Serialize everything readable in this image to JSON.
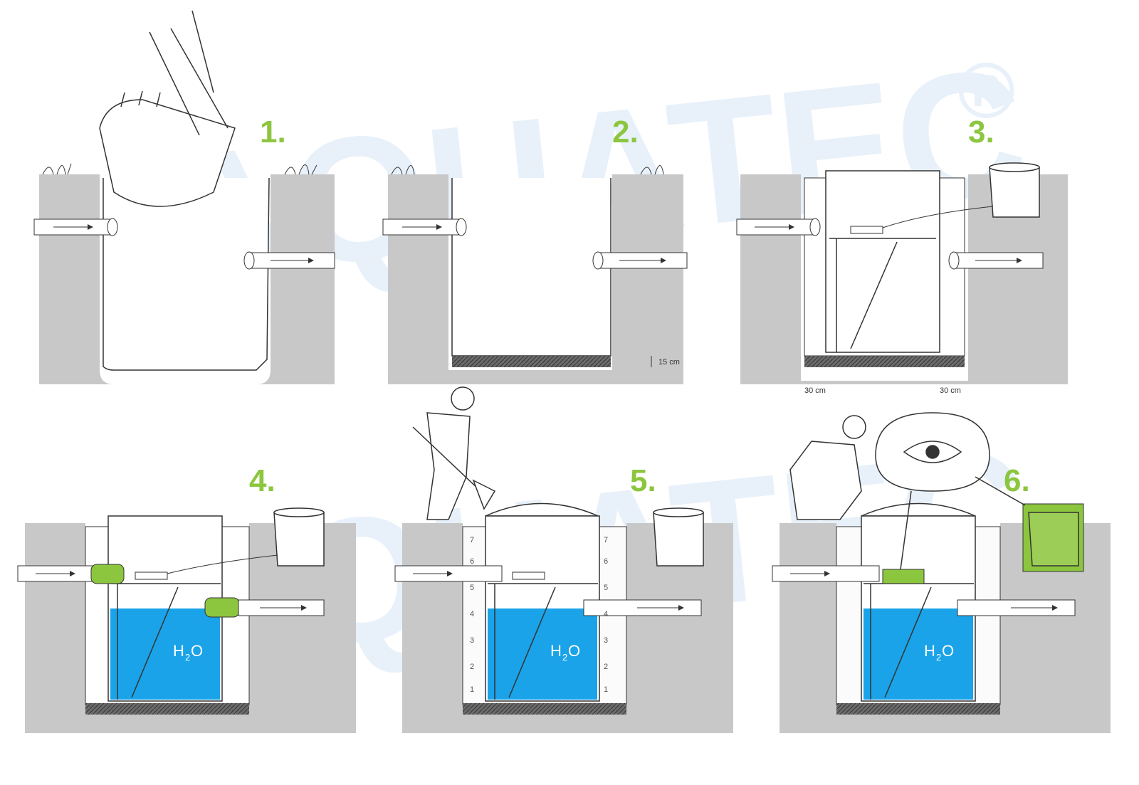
{
  "watermark": {
    "brand": "AQUATEC",
    "registered": "®"
  },
  "steps": [
    {
      "number": "1."
    },
    {
      "number": "2.",
      "gravel_label": "15 cm"
    },
    {
      "number": "3.",
      "clearance_left": "30 cm",
      "clearance_right": "30 cm"
    },
    {
      "number": "4.",
      "water_label": "H",
      "water_sub": "2",
      "water_tail": "O"
    },
    {
      "number": "5.",
      "water_label": "H",
      "water_sub": "2",
      "water_tail": "O",
      "layers": [
        "1",
        "2",
        "3",
        "4",
        "5",
        "6",
        "7"
      ]
    },
    {
      "number": "6.",
      "water_label": "H",
      "water_sub": "2",
      "water_tail": "O"
    }
  ],
  "colors": {
    "accent_green": "#8cc63f",
    "water_blue": "#1aa3e8",
    "soil_grey": "#c8c8c8"
  }
}
